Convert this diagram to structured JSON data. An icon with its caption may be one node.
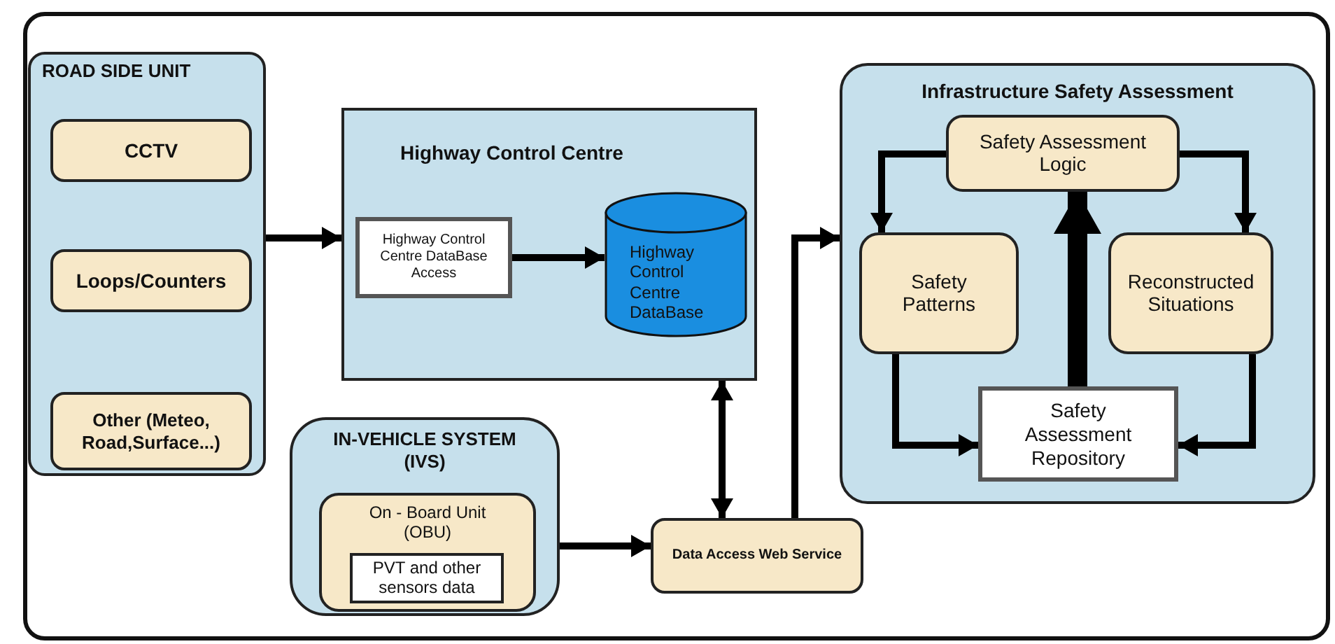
{
  "diagram": {
    "nodes": [
      {
        "text": [
          "ROAD SIDE UNIT"
        ]
      },
      {
        "text": [
          "CCTV"
        ],
        "in": 0
      },
      {
        "text": [
          "Loops/Counters"
        ],
        "in": 0
      },
      {
        "text": [
          "Other (Meteo, Road,Surface...)"
        ],
        "in": 0
      },
      {
        "text": [
          "Highway Control Centre"
        ]
      },
      {
        "text": [
          "Highway Control Centre DataBase Access"
        ],
        "in": 4
      },
      {
        "text": [
          "Highway Control Centre DataBase"
        ],
        "in": 4
      },
      {
        "text": [
          "IN-VEHICLE SYSTEM (IVS)"
        ]
      },
      {
        "text": [
          "On - Board Unit (OBU)"
        ],
        "in": 7
      },
      {
        "text": [
          "PVT and other sensors data"
        ],
        "in": 8
      },
      {
        "text": [
          "Data Access Web Service"
        ]
      },
      {
        "text": [
          "Infrastructure Safety Assessment"
        ]
      },
      {
        "text": [
          "Safety Assessment Logic"
        ],
        "in": 11
      },
      {
        "text": [
          "Safety Patterns"
        ],
        "in": 11
      },
      {
        "text": [
          "Reconstructed Situations"
        ],
        "in": 11
      },
      {
        "text": [
          "Safety Assessment Repository"
        ],
        "in": 11
      }
    ],
    "edges": [
      {
        "from": 0,
        "to": 4,
        "arrow": "to"
      },
      {
        "from": 5,
        "to": 6,
        "arrow": "to"
      },
      {
        "from": 4,
        "to": 10,
        "arrow": "both"
      },
      {
        "from": 7,
        "to": 10,
        "arrow": "to"
      },
      {
        "from": 10,
        "to": 11,
        "arrow": "to"
      },
      {
        "from": 12,
        "to": 13,
        "arrow": "to"
      },
      {
        "from": 12,
        "to": 14,
        "arrow": "to"
      },
      {
        "from": 15,
        "to": 12,
        "arrow": "to",
        "style": "thick"
      },
      {
        "from": 13,
        "to": 15,
        "arrow": "to"
      },
      {
        "from": 14,
        "to": 15,
        "arrow": "to"
      }
    ]
  }
}
